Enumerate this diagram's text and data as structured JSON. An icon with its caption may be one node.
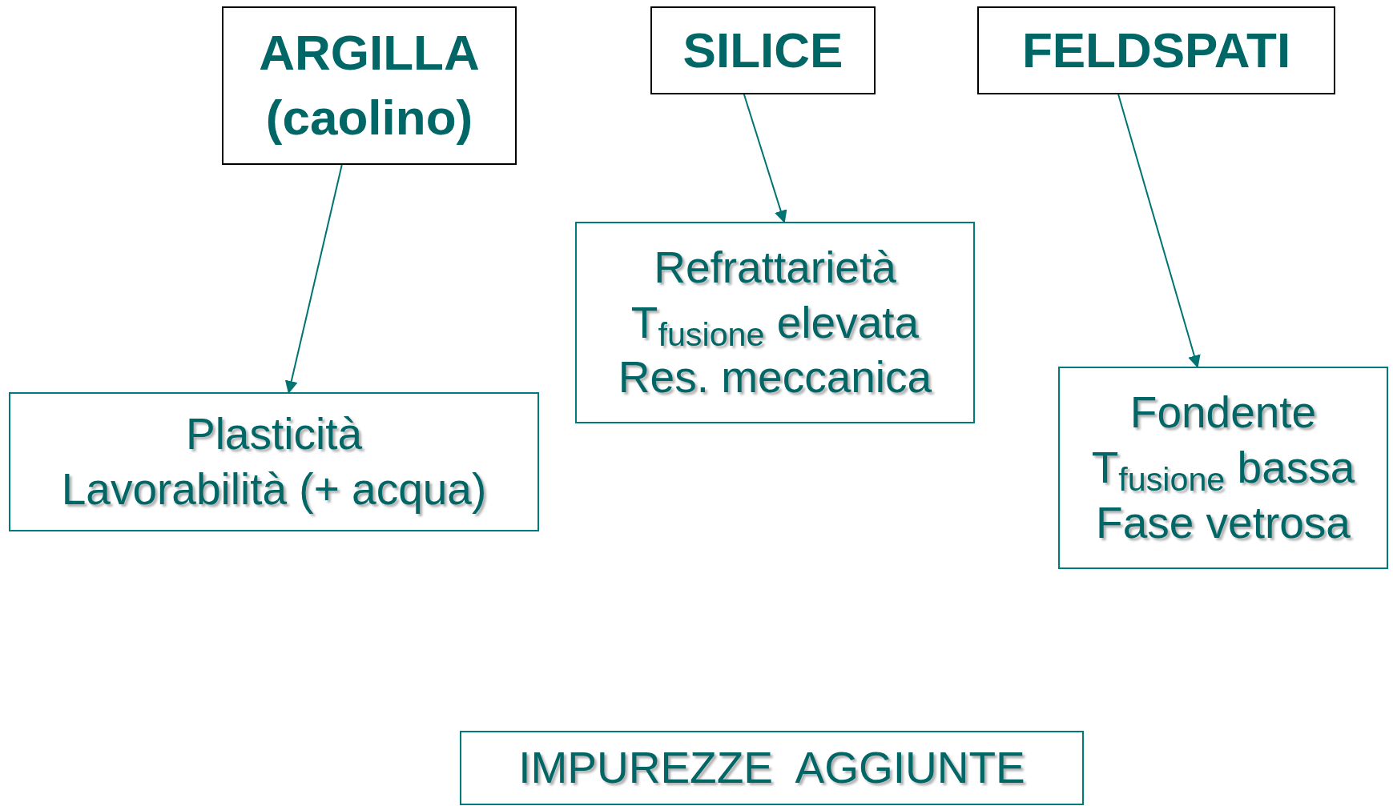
{
  "diagram": {
    "nodes": [
      {
        "text": [
          "ARGILLA (caolino)"
        ]
      },
      {
        "text": [
          "SILICE"
        ]
      },
      {
        "text": [
          "FELDSPATI"
        ]
      },
      {
        "text": [
          "Refrattarietà",
          "T$_{fusione}$ elevata",
          "Res. meccanica"
        ]
      },
      {
        "text": [
          "Fondente",
          "T$_{fusione}$ bassa",
          "Fase vetrosa"
        ]
      },
      {
        "text": [
          "Plasticità",
          "Lavorabilità (+ acqua)"
        ]
      },
      {
        "text": [
          "IMPUREZZE  AGGIUNTE"
        ]
      }
    ],
    "edges": [
      {
        "from": 0,
        "to": 5,
        "arrow": "to"
      },
      {
        "from": 1,
        "to": 3,
        "arrow": "to"
      },
      {
        "from": 2,
        "to": 4,
        "arrow": "to"
      }
    ]
  }
}
